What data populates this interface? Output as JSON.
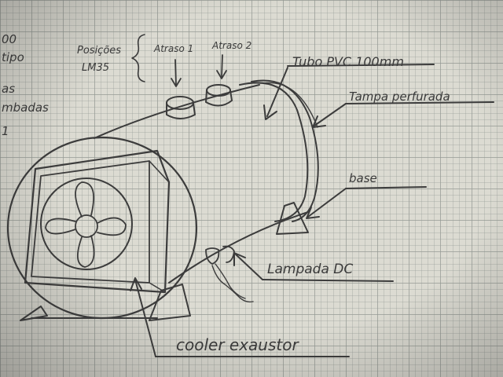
{
  "margin_notes": {
    "line1": "00",
    "line2": "tipo",
    "line3": "as",
    "line4": "mbadas",
    "line5": "1"
  },
  "labels": {
    "positions": "Posições LM35",
    "positions_line1": "Posições",
    "positions_line2": "LM35",
    "sensor1": "Atraso 1",
    "sensor2": "Atraso 2",
    "pipe": "Tubo PVC 100mm",
    "perforated_cap": "Tampa perfurada",
    "base": "base",
    "lamp": "Lampada DC",
    "cooler": "cooler exaustor"
  },
  "colors": {
    "paper": "#dcdbd2",
    "grid": "#969b96",
    "ink": "#3c3c3c"
  }
}
